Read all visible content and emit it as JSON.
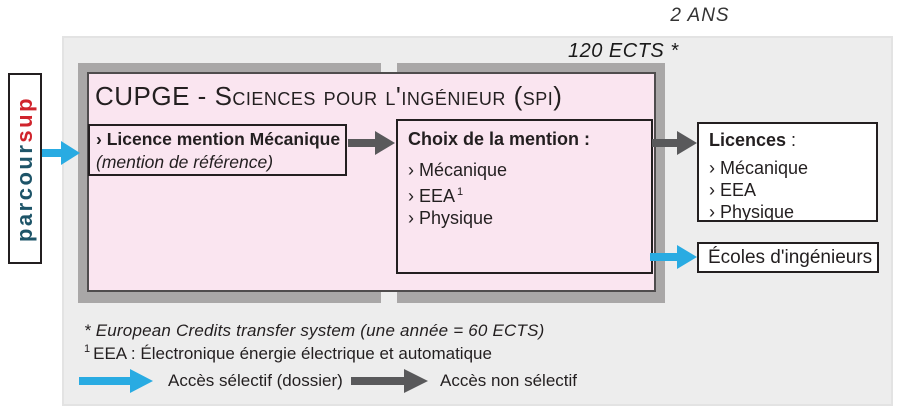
{
  "header": {
    "duration_label": "2 ANS",
    "credits_label": "120 ECTS *"
  },
  "parcoursup_logo": {
    "text_primary": "parcour",
    "text_accent": "sup"
  },
  "cupge": {
    "title": "CUPGE - Sciences pour l'ingénieur (spi)",
    "entry_box": {
      "line1": "› Licence mention Mécanique",
      "line2": "(mention de référence)"
    },
    "choice_box": {
      "title": "Choix de la mention :",
      "items": [
        "› Mécanique",
        "› EEA",
        "› Physique"
      ],
      "eea_footnote_ref": "1"
    }
  },
  "outcomes": {
    "licences_box": {
      "title": "Licences",
      "colon": " :",
      "items": [
        "› Mécanique",
        "› EEA",
        "› Physique"
      ]
    },
    "engineering_schools_box": {
      "label": "Écoles d'ingénieurs"
    }
  },
  "footnotes": {
    "ects": "* European Credits transfer system (une année = 60 ECTS)",
    "eea_ref": "1",
    "eea_text": "EEA : Électronique énergie électrique et automatique"
  },
  "legend": {
    "selective_label": "Accès sélectif (dossier)",
    "non_selective_label": "Accès non sélectif"
  },
  "icons": {
    "selective_arrow": "blue-right-arrow",
    "non_selective_arrow": "gray-right-arrow"
  },
  "colors": {
    "selective_blue": "#29abe2",
    "non_selective_gray": "#59595b",
    "cupge_pink": "#fae5f0",
    "frame_gray": "#a9a7a7",
    "container_gray": "#ededed",
    "parcoursup_blue": "#1d5468",
    "parcoursup_red": "#d0242c",
    "text_dark": "#231f20"
  }
}
